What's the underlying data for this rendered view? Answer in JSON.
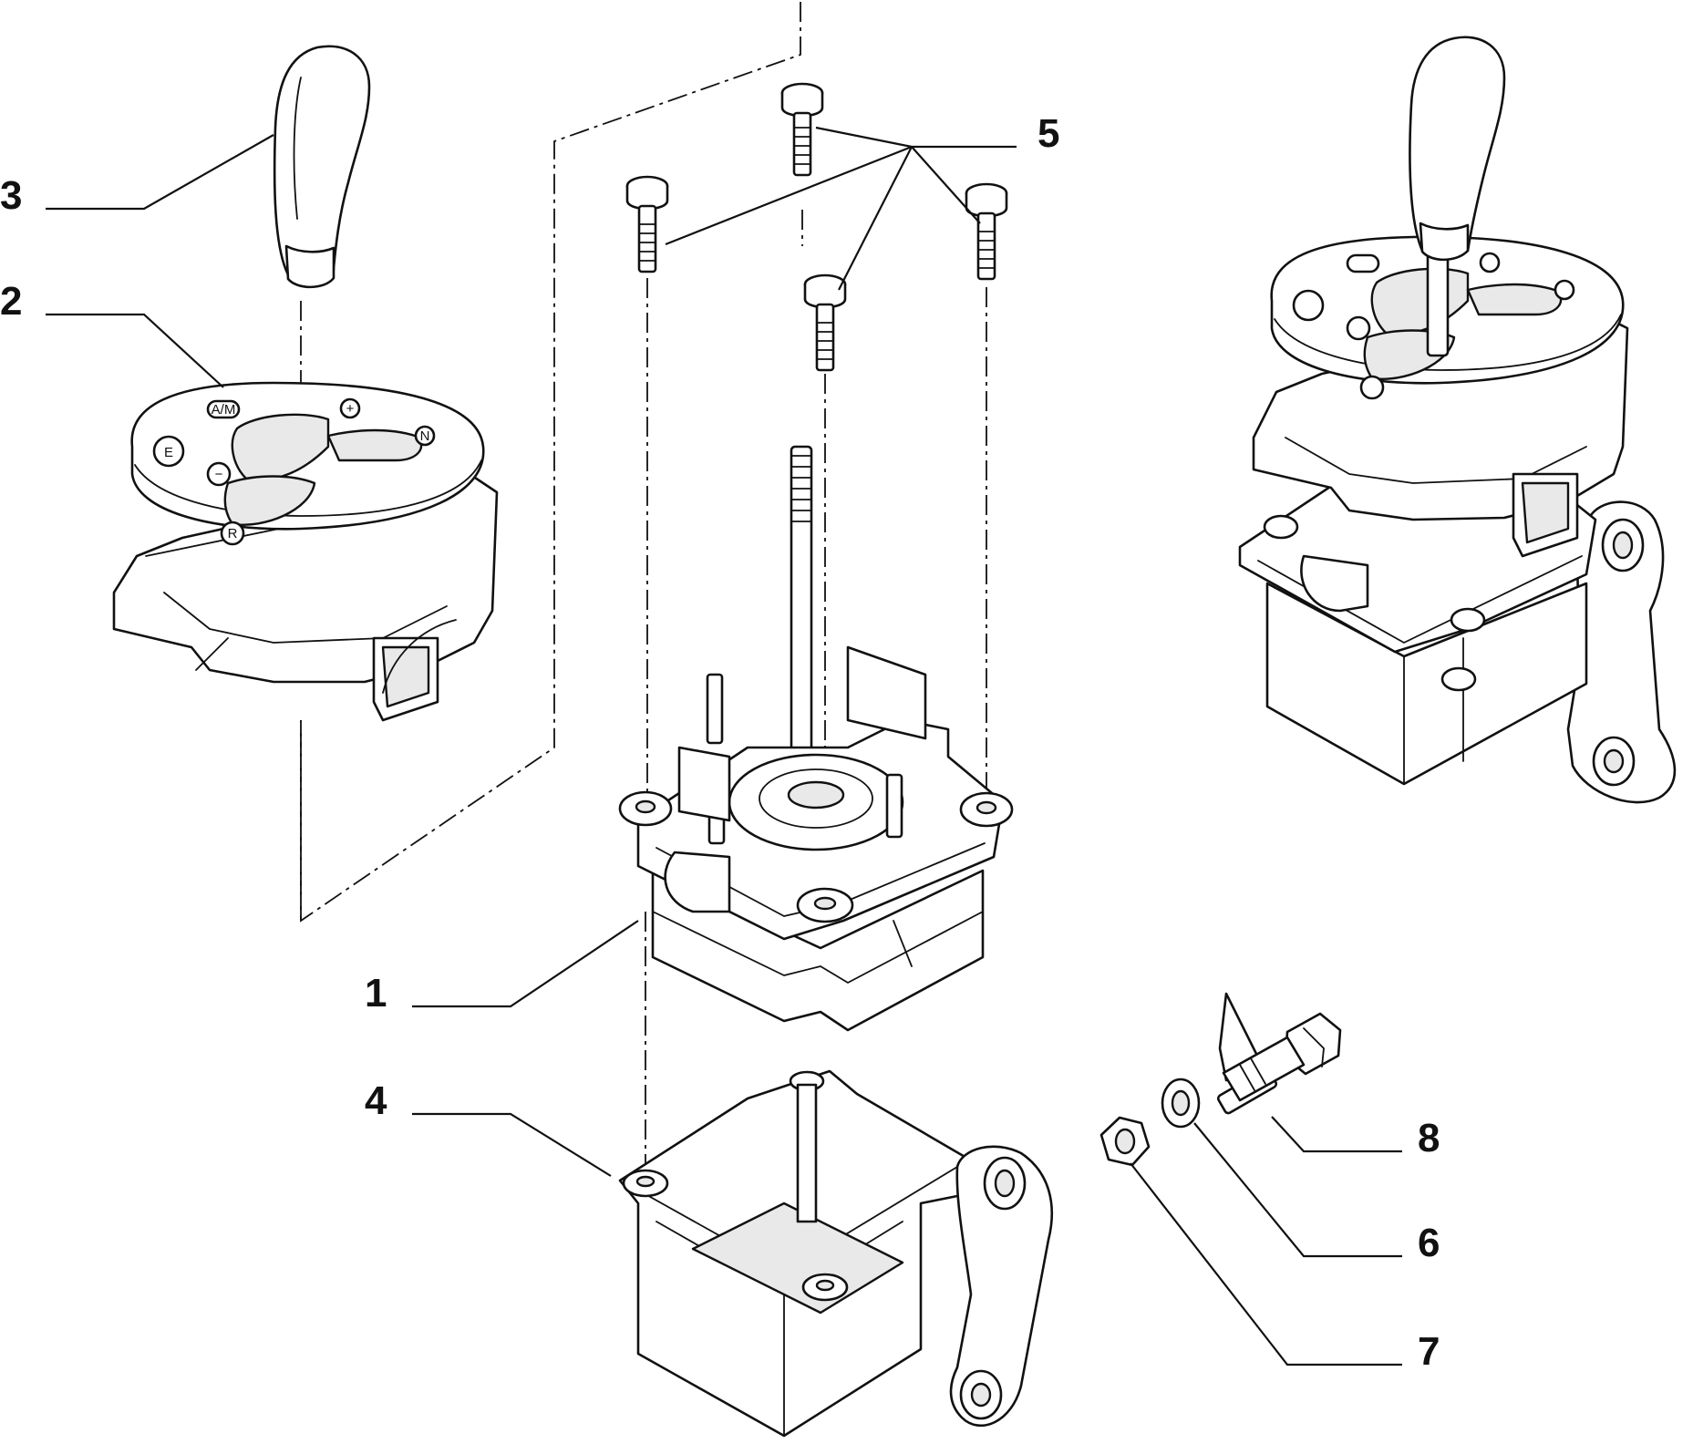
{
  "diagram": {
    "callouts": {
      "c1": "1",
      "c2": "2",
      "c3": "3",
      "c4": "4",
      "c5": "5",
      "c6": "6",
      "c7": "7",
      "c8": "8"
    },
    "gate_symbols": {
      "auto_manual": "A/M",
      "economy": "E",
      "minus": "−",
      "plus": "+",
      "neutral": "N",
      "reverse": "R"
    }
  }
}
